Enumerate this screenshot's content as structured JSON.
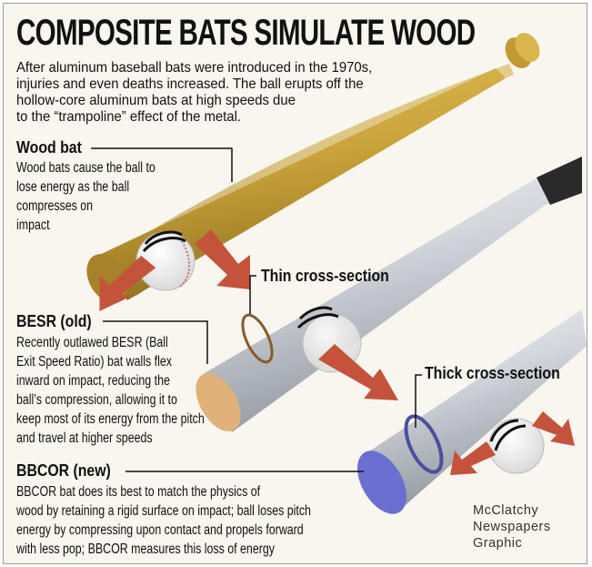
{
  "title": "COMPOSITE BATS SIMULATE WOOD",
  "intro": [
    "After aluminum baseball bats were introduced in the 1970s,",
    "injuries and even deaths increased. The ball erupts off the",
    "hollow-core aluminum bats at high speeds due",
    "to the “trampoline” effect of the metal."
  ],
  "wood": {
    "label": "Wood bat",
    "desc": [
      "Wood bats cause the ball to",
      "lose energy as the ball",
      "compresses on",
      "impact"
    ]
  },
  "thin_label": "Thin cross-section",
  "thick_label": "Thick cross-section",
  "besr": {
    "label": "BESR (old)",
    "desc": [
      "Recently outlawed BESR (Ball",
      "Exit Speed Ratio) bat walls flex",
      "inward on impact, reducing the",
      "ball’s compression, allowing it to",
      "keep most of its energy from the pitch",
      "and travel at higher speeds"
    ]
  },
  "bbcor": {
    "label": "BBCOR (new)",
    "desc": [
      "BBCOR bat does its best to match the physics of",
      "wood by retaining a rigid surface on impact; ball loses pitch",
      "energy by compressing upon contact and propels forward",
      "with less pop; BBCOR measures this loss of energy"
    ]
  },
  "credit": [
    "McClatchy",
    "Newspapers",
    "Graphic"
  ],
  "colors": {
    "wood": "#c9a23a",
    "arrow": "#c4533c",
    "thin_ring": "#8a5a2c",
    "thick_ring": "#4b4f9e",
    "besr_cap": "#e0b27a",
    "bbcor_cap": "#6b6fd0"
  }
}
